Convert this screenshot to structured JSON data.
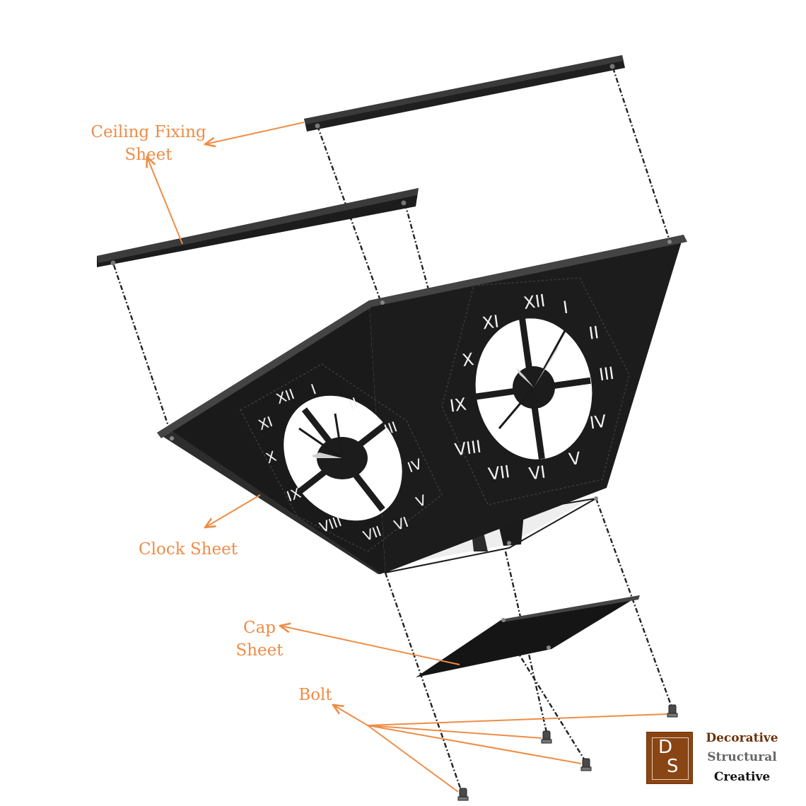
{
  "labels": {
    "ceiling_line1": "Ceiling Fixing",
    "ceiling_line2": "Sheet",
    "clock": "Clock Sheet",
    "cap_line1": "Cap",
    "cap_line2": "Sheet",
    "bolt": "Bolt"
  },
  "numerals": [
    "XII",
    "I",
    "II",
    "III",
    "IV",
    "V",
    "VI",
    "VII",
    "VIII",
    "IX",
    "X",
    "XI"
  ],
  "logo": {
    "letter1": "D",
    "letter2": "S",
    "word1": "Decorative",
    "word2": "Structural",
    "word3": "Creative"
  },
  "colors": {
    "label": "#ef8c45",
    "part": "#1a1a1a",
    "logo_brown": "#8a4514"
  }
}
